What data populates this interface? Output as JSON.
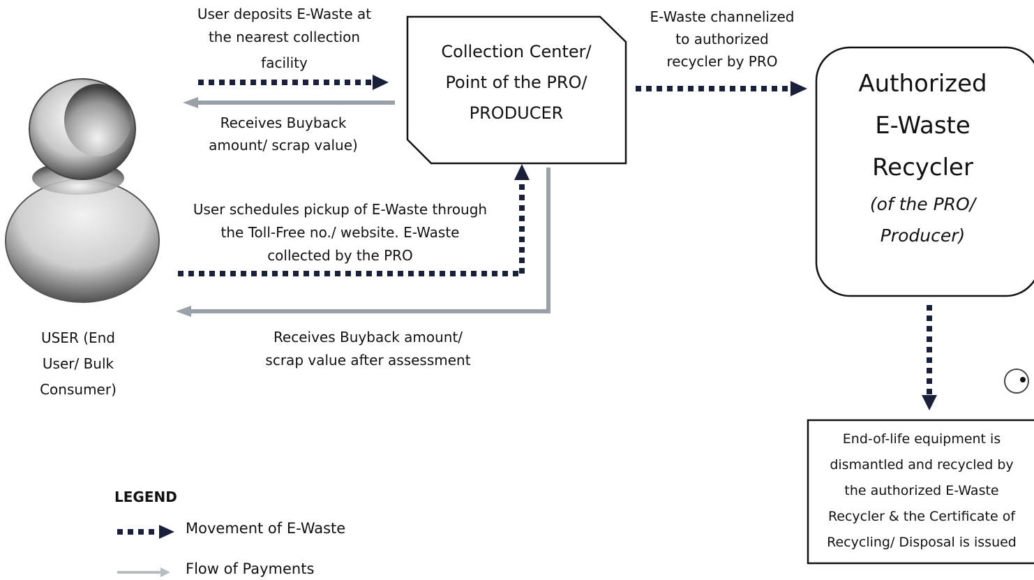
{
  "labels": {
    "deposit": [
      "User deposits E-Waste at",
      "the nearest collection",
      "facility"
    ],
    "buyback_top": [
      "Receives Buyback",
      "amount/ scrap value)"
    ],
    "channelized": [
      "E-Waste channelized",
      "to authorized",
      "recycler by PRO"
    ],
    "schedule": [
      "User schedules pickup of E-Waste through",
      "the Toll-Free no./ website. E-Waste",
      "collected by the PRO"
    ],
    "buyback_bottom": [
      "Receives Buyback amount/",
      "scrap value after assessment"
    ]
  },
  "user": {
    "caption": [
      "USER (End",
      "User/ Bulk",
      "Consumer)"
    ]
  },
  "collection_center": {
    "lines": [
      "Collection Center/",
      "Point of the PRO/",
      "PRODUCER"
    ]
  },
  "recycler": {
    "title_lines": [
      "Authorized",
      "E-Waste",
      "Recycler"
    ],
    "subtitle_lines": [
      "(of the PRO/",
      "Producer)"
    ]
  },
  "end_of_life": {
    "lines": [
      "End-of-life equipment is",
      "dismantled and recycled by",
      "the authorized E-Waste",
      "Recycler & the Certificate of",
      "Recycling/ Disposal is issued"
    ]
  },
  "legend": {
    "title": "LEGEND",
    "waste": "Movement of E-Waste",
    "payment": "Flow of Payments"
  },
  "colors": {
    "waste_arrow": "#1a1f3a",
    "payment_arrow": "#9aa0a8",
    "box_border": "#111111"
  }
}
